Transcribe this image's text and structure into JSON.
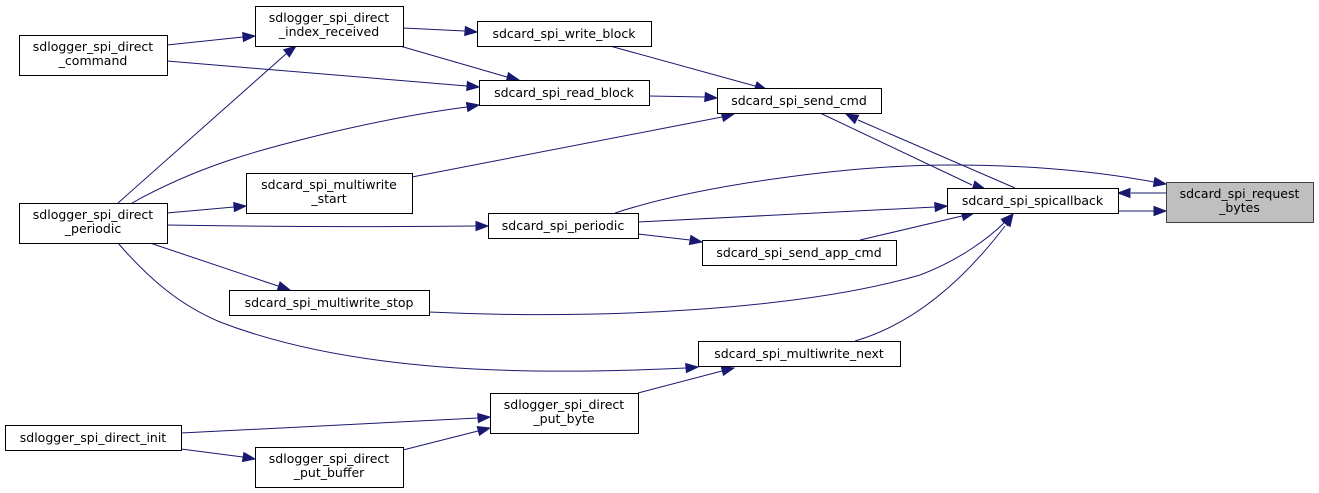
{
  "graph": {
    "type": "caller-graph",
    "root": "sdcard_spi_request_bytes",
    "colors": {
      "edge": "#191970",
      "node_fill": "#ffffff",
      "root_fill": "#bfbfbf",
      "border": "#000000"
    },
    "nodes": [
      {
        "id": "request_bytes",
        "lines": [
          "sdcard_spi_request",
          "_bytes"
        ],
        "root": true
      },
      {
        "id": "spicallback",
        "lines": [
          "sdcard_spi_spicallback"
        ]
      },
      {
        "id": "send_cmd",
        "lines": [
          "sdcard_spi_send_cmd"
        ]
      },
      {
        "id": "write_block",
        "lines": [
          "sdcard_spi_write_block"
        ]
      },
      {
        "id": "read_block",
        "lines": [
          "sdcard_spi_read_block"
        ]
      },
      {
        "id": "index_received",
        "lines": [
          "sdlogger_spi_direct",
          "_index_received"
        ]
      },
      {
        "id": "direct_command",
        "lines": [
          "sdlogger_spi_direct",
          "_command"
        ]
      },
      {
        "id": "direct_periodic",
        "lines": [
          "sdlogger_spi_direct",
          "_periodic"
        ]
      },
      {
        "id": "multiwrite_start",
        "lines": [
          "sdcard_spi_multiwrite",
          "_start"
        ]
      },
      {
        "id": "spi_periodic",
        "lines": [
          "sdcard_spi_periodic"
        ]
      },
      {
        "id": "send_app_cmd",
        "lines": [
          "sdcard_spi_send_app_cmd"
        ]
      },
      {
        "id": "multiwrite_stop",
        "lines": [
          "sdcard_spi_multiwrite_stop"
        ]
      },
      {
        "id": "multiwrite_next",
        "lines": [
          "sdcard_spi_multiwrite_next"
        ]
      },
      {
        "id": "put_byte",
        "lines": [
          "sdlogger_spi_direct",
          "_put_byte"
        ]
      },
      {
        "id": "direct_init",
        "lines": [
          "sdlogger_spi_direct_init"
        ]
      },
      {
        "id": "put_buffer",
        "lines": [
          "sdlogger_spi_direct",
          "_put_buffer"
        ]
      }
    ],
    "edges": [
      {
        "from": "spicallback",
        "to": "request_bytes"
      },
      {
        "from": "request_bytes",
        "to": "spicallback"
      },
      {
        "from": "spi_periodic",
        "to": "request_bytes"
      },
      {
        "from": "send_cmd",
        "to": "spicallback"
      },
      {
        "from": "spicallback",
        "to": "send_cmd"
      },
      {
        "from": "write_block",
        "to": "send_cmd"
      },
      {
        "from": "read_block",
        "to": "send_cmd"
      },
      {
        "from": "multiwrite_start",
        "to": "send_cmd"
      },
      {
        "from": "index_received",
        "to": "write_block"
      },
      {
        "from": "index_received",
        "to": "read_block"
      },
      {
        "from": "direct_command",
        "to": "index_received"
      },
      {
        "from": "direct_command",
        "to": "read_block"
      },
      {
        "from": "direct_periodic",
        "to": "index_received"
      },
      {
        "from": "direct_periodic",
        "to": "read_block"
      },
      {
        "from": "direct_periodic",
        "to": "multiwrite_start"
      },
      {
        "from": "direct_periodic",
        "to": "spi_periodic"
      },
      {
        "from": "direct_periodic",
        "to": "multiwrite_stop"
      },
      {
        "from": "direct_periodic",
        "to": "multiwrite_next"
      },
      {
        "from": "spi_periodic",
        "to": "spicallback"
      },
      {
        "from": "spi_periodic",
        "to": "send_app_cmd"
      },
      {
        "from": "send_app_cmd",
        "to": "spicallback"
      },
      {
        "from": "multiwrite_stop",
        "to": "spicallback"
      },
      {
        "from": "multiwrite_next",
        "to": "spicallback"
      },
      {
        "from": "put_byte",
        "to": "multiwrite_next"
      },
      {
        "from": "direct_init",
        "to": "put_byte"
      },
      {
        "from": "direct_init",
        "to": "put_buffer"
      },
      {
        "from": "put_buffer",
        "to": "put_byte"
      }
    ]
  }
}
